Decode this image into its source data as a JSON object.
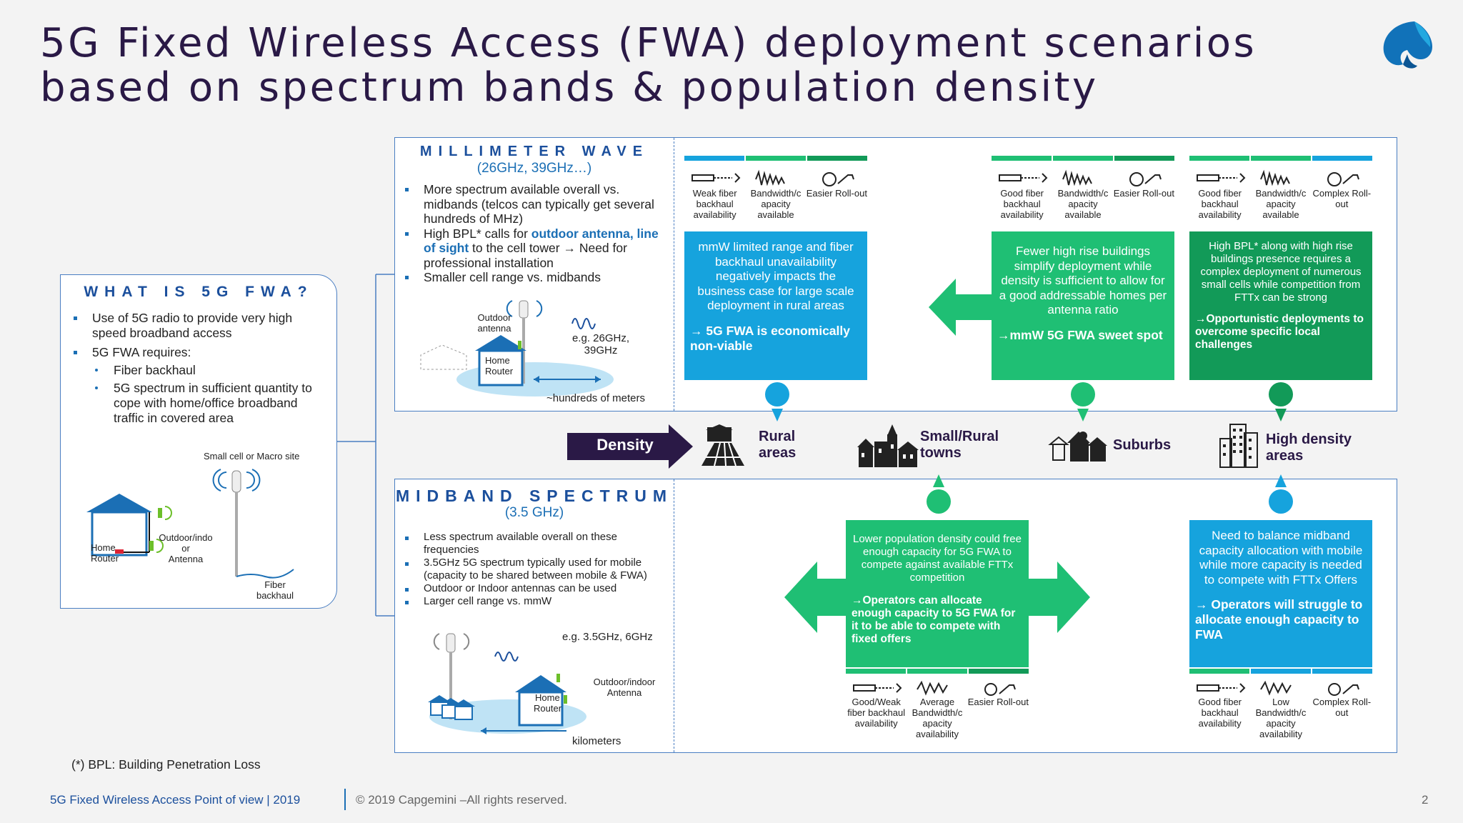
{
  "title": "5G Fixed Wireless Access (FWA) deployment scenarios based on spectrum bands & population density",
  "what": {
    "title": "WHAT IS 5G FWA?",
    "bullets": [
      "Use of 5G radio to provide very high speed broadband access",
      "5G FWA requires:"
    ],
    "subbullets": [
      "Fiber backhaul",
      "5G spectrum in sufficient quantity to cope with home/office broadband traffic in covered area"
    ],
    "diagram": {
      "site_label": "Small cell or Macro site",
      "home": "Home",
      "router": "Router",
      "antenna_lbl1": "Outdoor/indo",
      "antenna_lbl2": "or",
      "antenna_lbl3": "Antenna",
      "fiber1": "Fiber",
      "fiber2": "backhaul"
    }
  },
  "mmw": {
    "title": "MILLIMETER WAVE",
    "subtitle": "(26GHz, 39GHz…)",
    "b1": "More spectrum available overall vs. midbands (telcos can typically get several hundreds of MHz)",
    "b2_pre": "High BPL* calls for ",
    "b2_link1": "outdoor antenna",
    "b2_comma": ", ",
    "b2_link2": "line of sight",
    "b2_post": " to the cell tower → Need for professional installation",
    "b3": "Smaller cell range vs. midbands",
    "diagram": {
      "ant1": "Outdoor",
      "ant2": "antenna",
      "home": "Home",
      "router": "Router",
      "freq1": "e.g. 26GHz,",
      "freq2": "39GHz",
      "range": "~hundreds of meters"
    }
  },
  "mid": {
    "title": "MIDBAND SPECTRUM",
    "subtitle": "(3.5 GHz)",
    "bullets": [
      "Less spectrum available overall on these frequencies",
      "3.5GHz 5G spectrum typically used for mobile (capacity to be shared between mobile & FWA)",
      "Outdoor or Indoor antennas can be used",
      "Larger cell range vs. mmW"
    ],
    "diagram": {
      "freq": "e.g. 3.5GHz, 6GHz",
      "ant1": "Outdoor/indoor",
      "ant2": "Antenna",
      "home": "Home",
      "router": "Router",
      "range": "kilometers"
    }
  },
  "density": {
    "label": "Density",
    "cats": [
      {
        "l1": "Rural",
        "l2": "areas"
      },
      {
        "l1": "Small/Rural",
        "l2": "towns"
      },
      {
        "l1": "Suburbs",
        "l2": ""
      },
      {
        "l1": "High density",
        "l2": "areas"
      }
    ]
  },
  "top": {
    "rural": {
      "icons": [
        "Weak fiber backhaul availability",
        "Bandwidth/c apacity available",
        "Easier Roll-out"
      ],
      "text": "mmW limited range and fiber backhaul unavailability negatively impacts the business case for large scale deployment in rural areas",
      "concl": "→ 5G FWA is economically non-viable"
    },
    "suburbs": {
      "icons": [
        "Good fiber backhaul availability",
        "Bandwidth/c apacity available",
        "Easier Roll-out"
      ],
      "text": "Fewer high rise buildings simplify deployment while density is sufficient to allow for a good addressable homes per antenna ratio",
      "concl": "→mmW 5G FWA sweet spot"
    },
    "high": {
      "icons": [
        "Good fiber backhaul availability",
        "Bandwidth/c apacity available",
        "Complex Roll-out"
      ],
      "text": "High BPL* along with high rise buildings presence requires a complex deployment of numerous small cells while competition from FTTx can be strong",
      "concl": "→Opportunistic deployments to overcome specific local challenges"
    }
  },
  "bottom": {
    "towns": {
      "text": "Lower population density could free enough capacity for 5G FWA to compete against available FTTx competition",
      "concl": "→Operators can allocate enough capacity to 5G FWA for it to be able to compete with fixed offers",
      "icons": [
        "Good/Weak fiber backhaul availability",
        "Average Bandwidth/c apacity availability",
        "Easier Roll-out"
      ]
    },
    "high": {
      "text": "Need to balance midband capacity allocation with mobile while more capacity is needed to compete with FTTx Offers",
      "concl": "→ Operators will struggle to allocate enough capacity to FWA",
      "icons": [
        "Good fiber backhaul availability",
        "Low Bandwidth/c apacity availability",
        "Complex Roll-out"
      ]
    }
  },
  "footnote": "(*) BPL: Building Penetration Loss",
  "footer": {
    "left": "5G Fixed Wireless Access Point of view | 2019",
    "copy": "© 2019 Capgemini –All rights reserved.",
    "page": "2"
  },
  "colors": {
    "blue_box": "#16a3dd",
    "green_box": "#1fbf74",
    "dark_green_box": "#129a58",
    "navy": "#2a1946"
  }
}
